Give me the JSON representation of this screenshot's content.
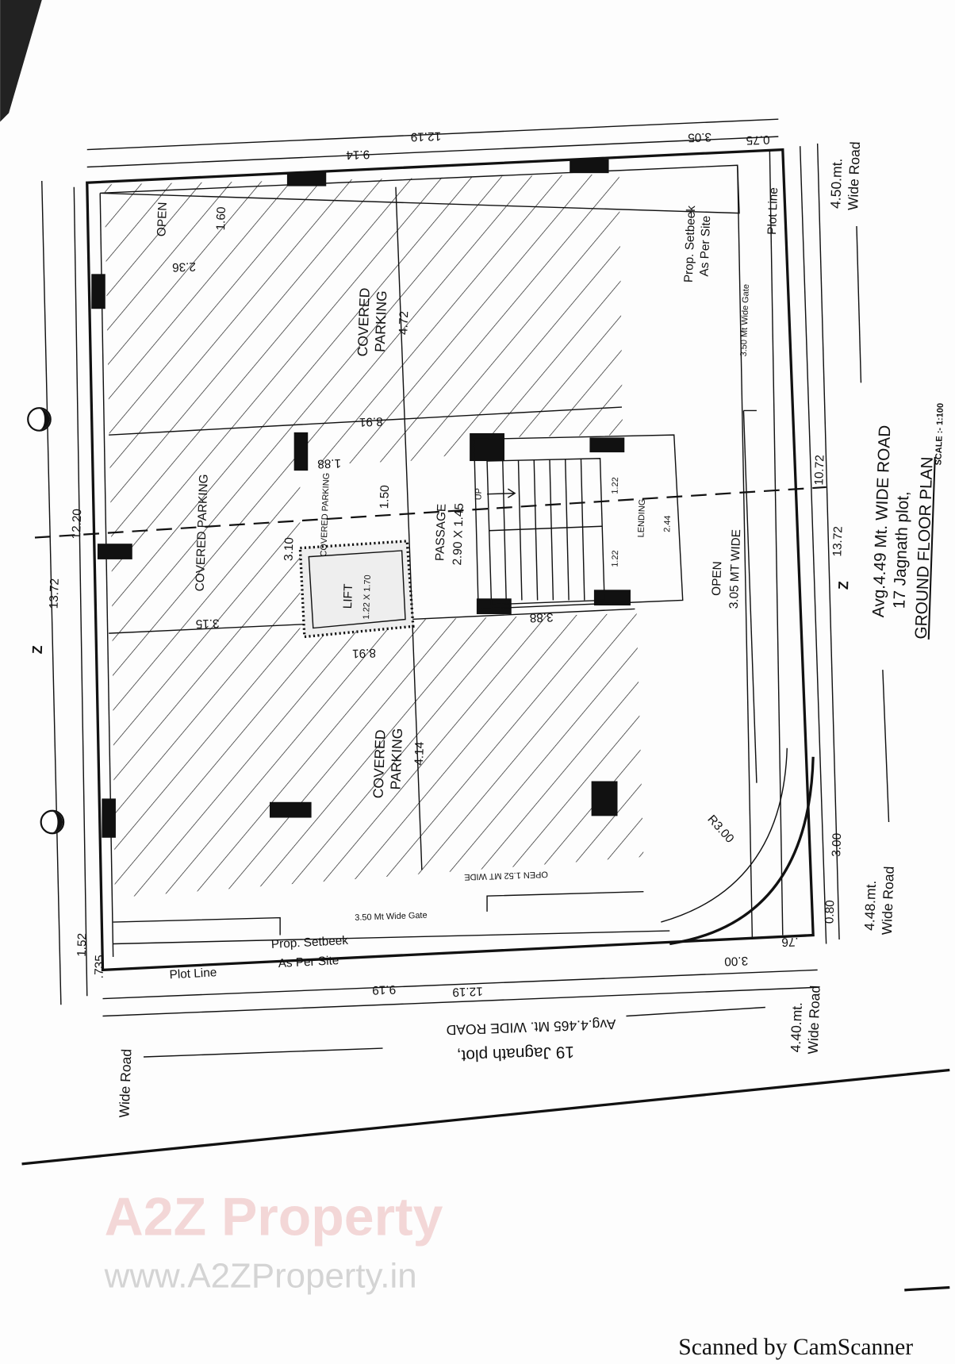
{
  "plan": {
    "title": "GROUND FLOOR PLAN",
    "scale": "SCALE :- 1:100",
    "plot_name": "17 Jagnath plot,",
    "road_right": "Avg.4.49 Mt. WIDE ROAD",
    "plot_bottom": "19 Jagnath plot,",
    "road_bottom": "Avg.4.465 Mt. WIDE ROAD",
    "wide_road_top_right": [
      "4.50.mt.",
      "Wide Road"
    ],
    "wide_road_mid_right": [
      "4.48.mt.",
      "Wide Road"
    ],
    "wide_road_bottom_right": [
      "4.40.mt.",
      "Wide Road"
    ],
    "wide_road_bottom_left": "Wide Road",
    "section_mark": "Z"
  },
  "labels": {
    "covered_parking": [
      "COVERED",
      "PARKING"
    ],
    "covered_parking_single": "COVERED PARKING",
    "open": "OPEN",
    "passage": [
      "PASSAGE",
      "2.90 X 1.45"
    ],
    "lift": [
      "LIFT",
      "1.22 X 1.70"
    ],
    "up": "UP",
    "landing": "LENDING",
    "open_305": [
      "OPEN",
      "3.05 MT WIDE"
    ],
    "open_152": "OPEN 1.52 MT WIDE",
    "gate": "3.50 Mt Wide Gate",
    "setback": [
      "Prop. Setbeek",
      "As Per Site"
    ],
    "plot_line": "Plot Line",
    "radius": "R3.00"
  },
  "dimensions": {
    "top_total": "12.19",
    "top_left": "9.14",
    "top_mid": "3.05",
    "top_right": "0.75",
    "open_w": "2.36",
    "open_h": "1.60",
    "park_top_h": "4.72",
    "park_top_w": "8.91",
    "small_park_w": "1.88",
    "lift_gap": "1.50",
    "lift_side": "3.10",
    "left_outer": "13.72",
    "left_inner": "12.20",
    "stair_1": "1.22",
    "stair_2": "1.22",
    "landing_w": "2.44",
    "stair_w": "3.88",
    "left_park_w": "3.15",
    "park_bot_w": "8.91",
    "right_inner": "10.72",
    "right_outer": "13.72",
    "park_bot_h": "4.14",
    "right_low": "3.00",
    "right_corner": "0.80",
    "left_low": "1.52",
    "left_corner": ".735",
    "bottom_corner": ".76",
    "bottom_right": "3.00",
    "bottom_left": "9.19",
    "bottom_total": "12.19"
  },
  "watermark": {
    "url": "www.A2ZProperty.in",
    "logo": "A2Z Property"
  },
  "footer": "Scanned by CamScanner"
}
